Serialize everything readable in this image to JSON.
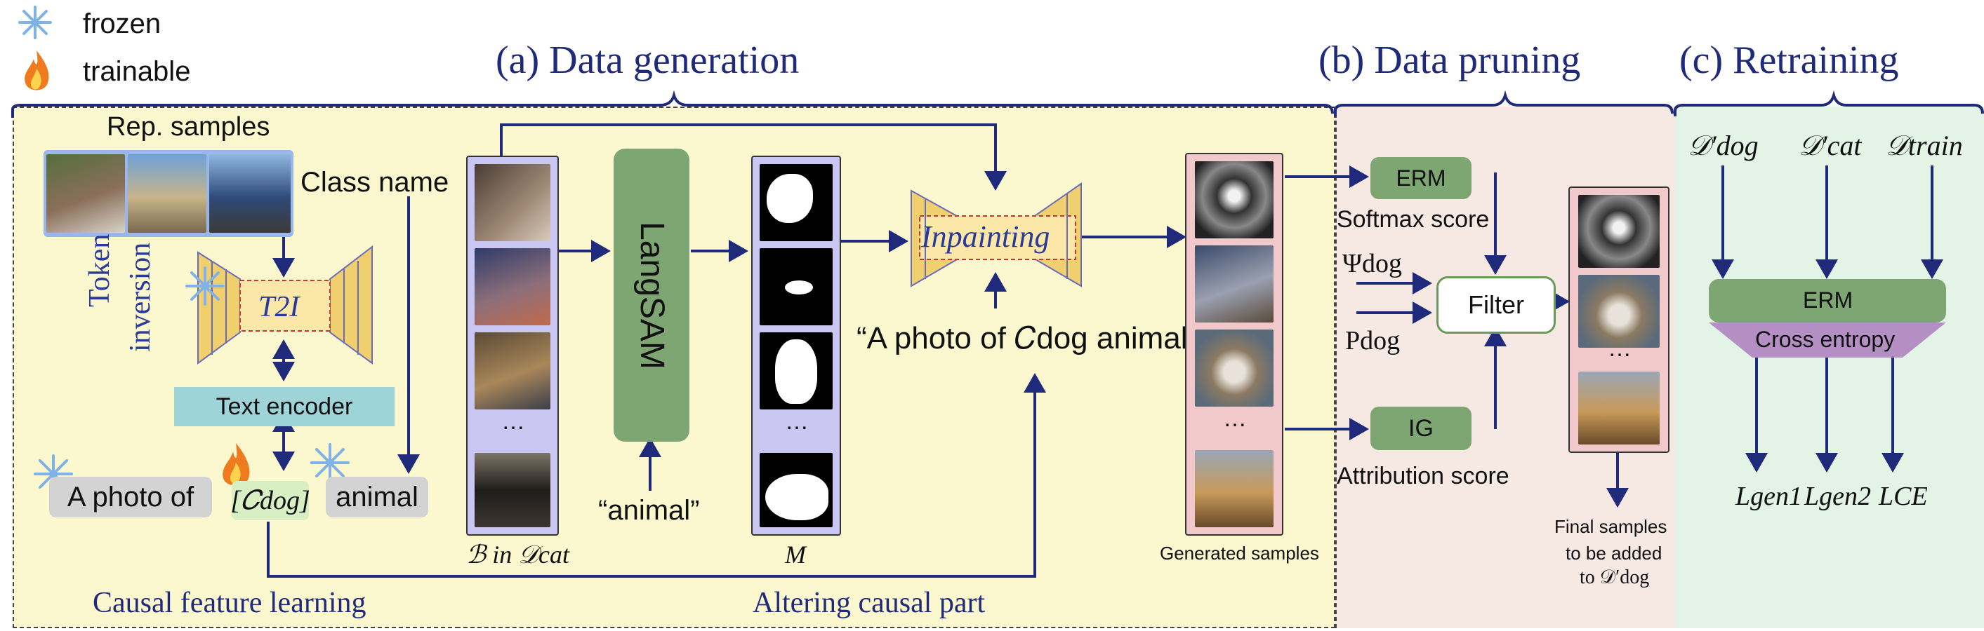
{
  "legend": {
    "frozen": "frozen",
    "trainable": "trainable"
  },
  "headers": {
    "a": "(a)  Data generation",
    "b": "(b) Data pruning",
    "c": "(c)  Retraining"
  },
  "causal": {
    "rep_samples": "Rep. samples",
    "class_name": "Class name",
    "token_inversion_1": "Token",
    "token_inversion_2": "inversion",
    "t2i": "T2I",
    "text_encoder": "Text encoder",
    "a_photo_of": "A photo of",
    "c_dog": "[𝐶dog]",
    "animal": "animal",
    "caption": "Causal feature learning"
  },
  "altering": {
    "langsam": "LangSAM",
    "animal_prompt": "“animal”",
    "b_label": "ℬ in 𝒟cat",
    "m_label": "M",
    "inpainting": "Inpainting",
    "prompt": "“A photo of 𝐶dog animal”",
    "generated": "Generated samples",
    "caption": "Altering causal part",
    "dots": "…"
  },
  "pruning": {
    "erm": "ERM",
    "softmax": "Softmax score",
    "psi": "Ψdog",
    "p": "Pdog",
    "filter": "Filter",
    "ig": "IG",
    "attribution": "Attribution score",
    "final_1": "Final samples",
    "final_2": "to be added",
    "final_3": "to 𝒟′dog",
    "dots": "…"
  },
  "retraining": {
    "d_dog": "𝒟′dog",
    "d_cat": "𝒟′cat",
    "d_train": "𝒟train",
    "erm": "ERM",
    "cross_entropy": "Cross entropy",
    "l_gen1": "Lgen1",
    "l_gen2": "Lgen2",
    "l_ce": "LCE"
  },
  "colors": {
    "yellow_panel": "#fbf8cf",
    "pink_panel": "#f6e9e4",
    "green_panel": "#e3f3e6",
    "navy": "#1f2a7a",
    "green_box": "#7ea672",
    "purple_strip": "#c9c6f2",
    "pink_strip": "#f2c9cb"
  }
}
